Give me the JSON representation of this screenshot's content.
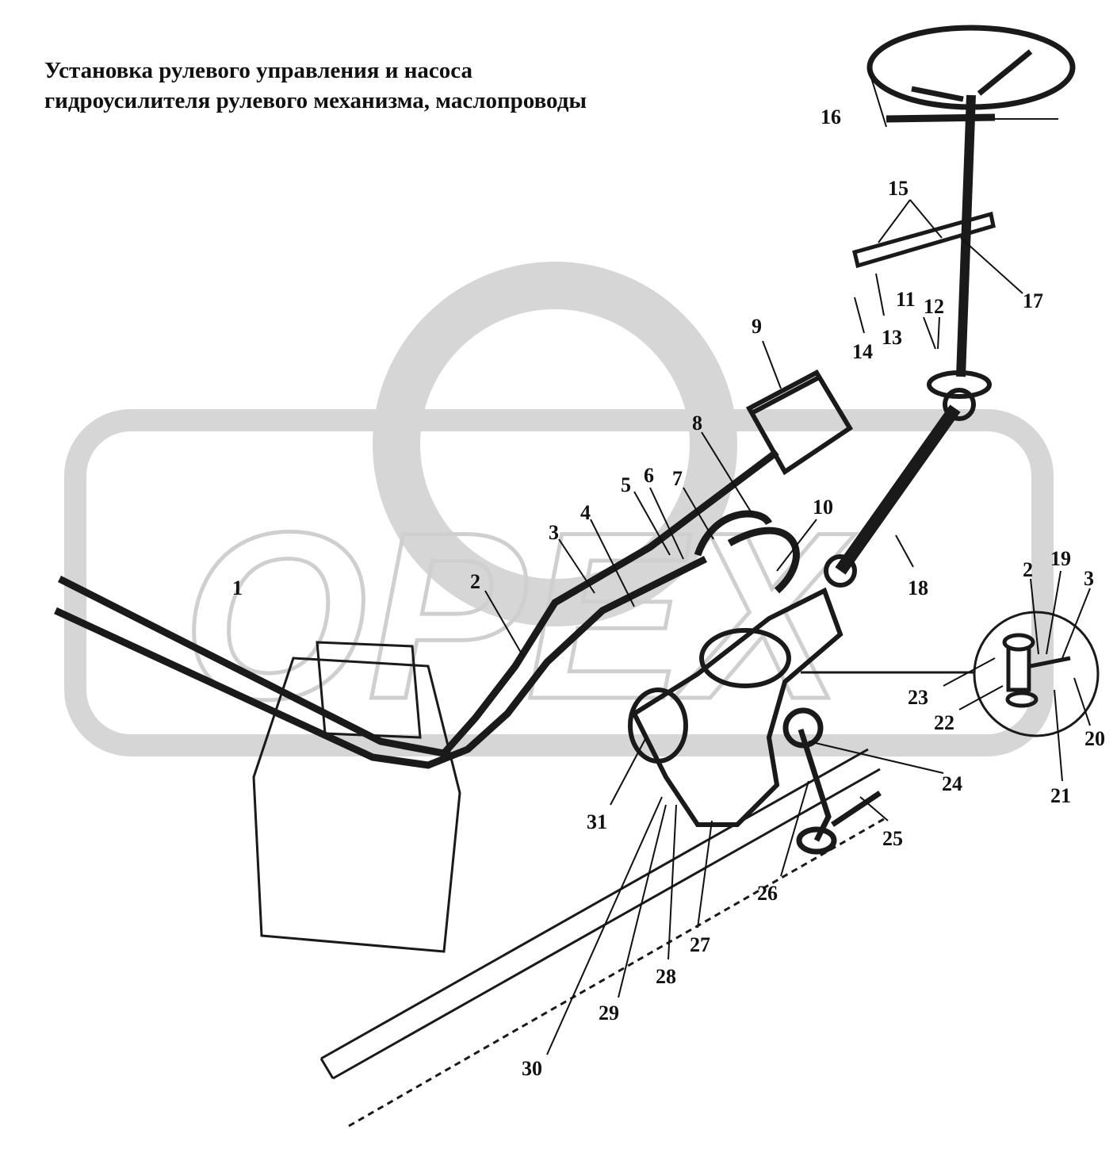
{
  "title": {
    "line1": "Установка рулевого управления и насоса",
    "line2": "гидроусилителя рулевого механизма, маслопроводы"
  },
  "watermark": {
    "text": "ОРЕХ",
    "color": "#d0d0d0"
  },
  "callouts": [
    {
      "id": "c1",
      "label": "1"
    },
    {
      "id": "c2",
      "label": "2"
    },
    {
      "id": "c3",
      "label": "3"
    },
    {
      "id": "c4",
      "label": "4"
    },
    {
      "id": "c5",
      "label": "5"
    },
    {
      "id": "c6",
      "label": "6"
    },
    {
      "id": "c7",
      "label": "7"
    },
    {
      "id": "c8",
      "label": "8"
    },
    {
      "id": "c9",
      "label": "9"
    },
    {
      "id": "c10",
      "label": "10"
    },
    {
      "id": "c11",
      "label": "11"
    },
    {
      "id": "c12",
      "label": "12"
    },
    {
      "id": "c13",
      "label": "13"
    },
    {
      "id": "c14",
      "label": "14"
    },
    {
      "id": "c15",
      "label": "15"
    },
    {
      "id": "c16",
      "label": "16"
    },
    {
      "id": "c17",
      "label": "17"
    },
    {
      "id": "c18",
      "label": "18"
    },
    {
      "id": "c2b",
      "label": "2"
    },
    {
      "id": "c19",
      "label": "19"
    },
    {
      "id": "c3b",
      "label": "3"
    },
    {
      "id": "c23",
      "label": "23"
    },
    {
      "id": "c22",
      "label": "22"
    },
    {
      "id": "c20",
      "label": "20"
    },
    {
      "id": "c21",
      "label": "21"
    },
    {
      "id": "c24",
      "label": "24"
    },
    {
      "id": "c25",
      "label": "25"
    },
    {
      "id": "c26",
      "label": "26"
    },
    {
      "id": "c27",
      "label": "27"
    },
    {
      "id": "c28",
      "label": "28"
    },
    {
      "id": "c29",
      "label": "29"
    },
    {
      "id": "c30",
      "label": "30"
    },
    {
      "id": "c31",
      "label": "31"
    }
  ]
}
